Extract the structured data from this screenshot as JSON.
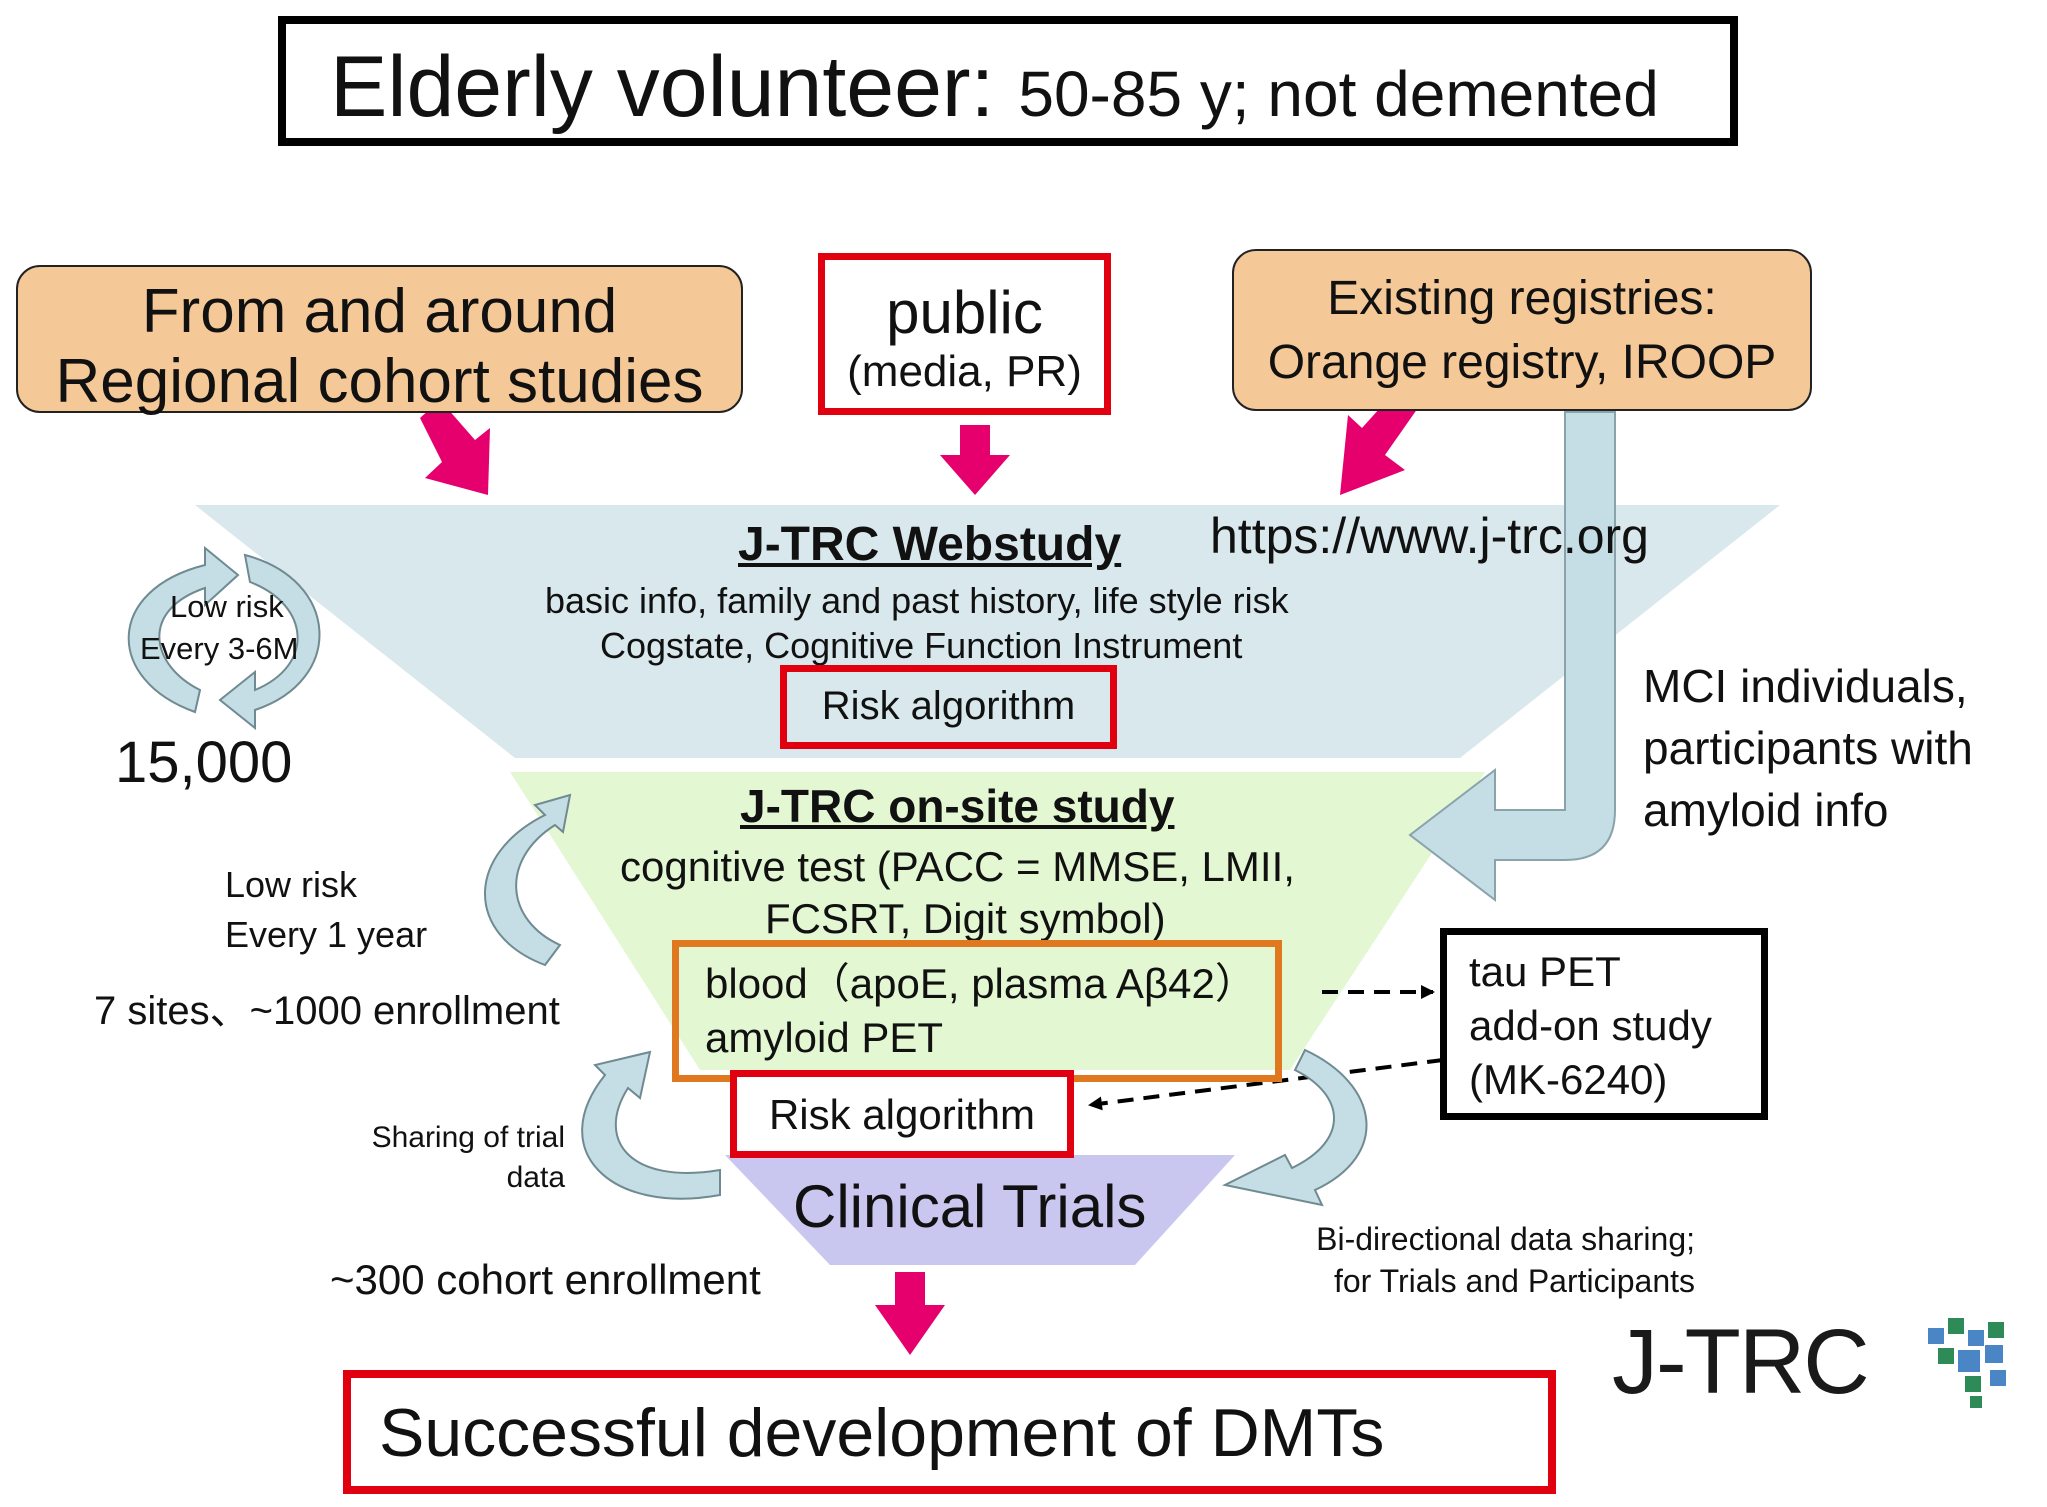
{
  "header": {
    "title_main": "Elderly volunteer:",
    "title_sub": "50-85 y; not demented"
  },
  "sources": {
    "regional_line1": "From and around",
    "regional_line2": "Regional cohort studies",
    "public_line1": "public",
    "public_line2": "(media, PR)",
    "registries_line1": "Existing registries:",
    "registries_line2": "Orange registry, IROOP"
  },
  "url": "https://www.j-trc.org",
  "webstudy": {
    "title": "J-TRC Webstudy",
    "line1": "basic info, family and past history, life style risk",
    "line2": "Cogstate, Cognitive Function Instrument",
    "risk": "Risk algorithm",
    "cycle_line1": "Low risk",
    "cycle_line2": "Every 3-6M",
    "count": "15,000"
  },
  "mci": {
    "line1": "MCI individuals,",
    "line2": "participants with",
    "line3": "amyloid info"
  },
  "onsite": {
    "title": "J-TRC on-site study",
    "line1": "cognitive test (PACC = MMSE, LMII,",
    "line2": "FCSRT, Digit symbol)",
    "bio_line1": "blood（apoE, plasma Aβ42）",
    "bio_line2": "amyloid PET",
    "risk": "Risk algorithm",
    "cycle_line1": "Low risk",
    "cycle_line2": "Every 1 year",
    "sites": "7 sites、~1000 enrollment"
  },
  "tau": {
    "line1": "tau PET",
    "line2": "add-on study",
    "line3": "(MK-6240)"
  },
  "trials": {
    "title": "Clinical Trials",
    "sharing_line1": "Sharing of trial",
    "sharing_line2": "data",
    "cohort": "~300 cohort enrollment",
    "bidir_line1": "Bi-directional data sharing;",
    "bidir_line2": "for Trials and Participants"
  },
  "outcome": "Successful development of DMTs",
  "logo_text": "J-TRC",
  "colors": {
    "orange_box": "#f5c897",
    "red_border": "#e0000f",
    "orange_border": "#e07820",
    "web_funnel": "#d8e8ec",
    "onsite_funnel": "#e3f8d2",
    "trials_funnel": "#c9c7ef",
    "arrow_pink": "#e5006e",
    "cycle_arrow": "#c5dde4",
    "logo_green": "#2e8b57",
    "logo_blue": "#4a86c5"
  }
}
